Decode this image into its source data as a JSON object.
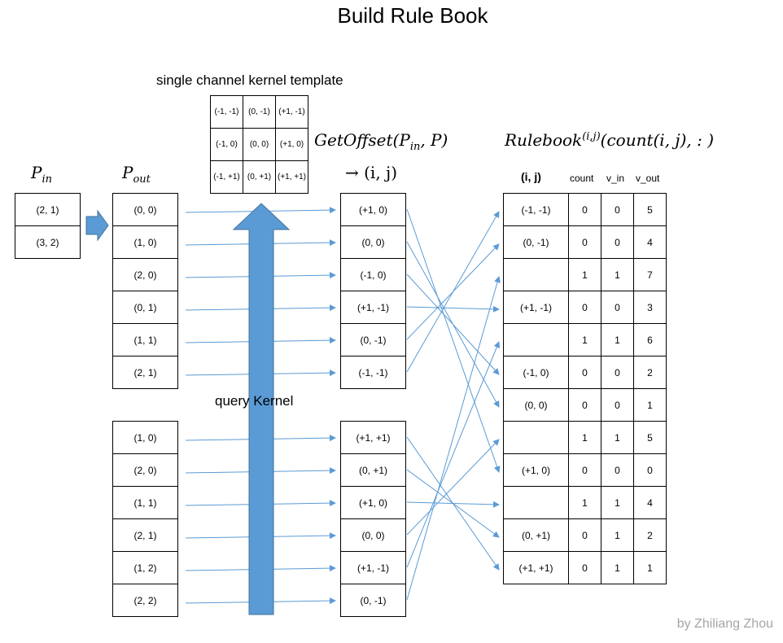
{
  "title": "Build Rule Book",
  "kernel_template": {
    "label": "single channel kernel template",
    "cells": [
      [
        "(-1, -1)",
        "(0, -1)",
        "(+1, -1)"
      ],
      [
        "(-1, 0)",
        "(0, 0)",
        "(+1, 0)"
      ],
      [
        "(-1, +1)",
        "(0, +1)",
        "(+1, +1)"
      ]
    ]
  },
  "p_in": {
    "label": "P",
    "sub": "in",
    "cells": [
      "(2, 1)",
      "(3, 2)"
    ]
  },
  "p_out": {
    "label": "P",
    "sub": "out",
    "group1": [
      "(0, 0)",
      "(1, 0)",
      "(2, 0)",
      "(0, 1)",
      "(1, 1)",
      "(2, 1)"
    ],
    "group2": [
      "(1, 0)",
      "(2, 0)",
      "(1, 1)",
      "(2, 1)",
      "(1, 2)",
      "(2, 2)"
    ]
  },
  "getoffset": {
    "line1_a": "GetOffset(P",
    "line1_sub": "in",
    "line1_b": ", P)",
    "line2": "→ (i, j)",
    "group1": [
      "(+1, 0)",
      "(0, 0)",
      "(-1, 0)",
      "(+1, -1)",
      "(0, -1)",
      "(-1, -1)"
    ],
    "group2": [
      "(+1, +1)",
      "(0, +1)",
      "(+1, 0)",
      "(0, 0)",
      "(+1, -1)",
      "(0, -1)"
    ]
  },
  "query_label": "query Kernel",
  "rulebook": {
    "title_a": "Rulebook",
    "title_sup": "(i,j)",
    "title_b": "(count(i, j), : )",
    "headers": {
      "ij": "(i, j)",
      "count": "count",
      "v_in": "v_in",
      "v_out": "v_out"
    },
    "rows": [
      {
        "ij": "(-1, -1)",
        "count": "0",
        "v_in": "0",
        "v_out": "5"
      },
      {
        "ij": "(0, -1)",
        "count": "0",
        "v_in": "0",
        "v_out": "4"
      },
      {
        "ij": "",
        "count": "1",
        "v_in": "1",
        "v_out": "7"
      },
      {
        "ij": "(+1, -1)",
        "count": "0",
        "v_in": "0",
        "v_out": "3"
      },
      {
        "ij": "",
        "count": "1",
        "v_in": "1",
        "v_out": "6"
      },
      {
        "ij": "(-1, 0)",
        "count": "0",
        "v_in": "0",
        "v_out": "2"
      },
      {
        "ij": "(0, 0)",
        "count": "0",
        "v_in": "0",
        "v_out": "1"
      },
      {
        "ij": "",
        "count": "1",
        "v_in": "1",
        "v_out": "5"
      },
      {
        "ij": "(+1, 0)",
        "count": "0",
        "v_in": "0",
        "v_out": "0"
      },
      {
        "ij": "",
        "count": "1",
        "v_in": "1",
        "v_out": "4"
      },
      {
        "ij": "(0, +1)",
        "count": "0",
        "v_in": "1",
        "v_out": "2"
      },
      {
        "ij": "(+1, +1)",
        "count": "0",
        "v_in": "1",
        "v_out": "1"
      }
    ]
  },
  "credit": "by Zhiliang Zhou",
  "colors": {
    "arrow": "#5b9bd5",
    "big_arrow": "#5b9bd5",
    "big_arrow_border": "#41719c",
    "credit": "#a6a6a6"
  }
}
